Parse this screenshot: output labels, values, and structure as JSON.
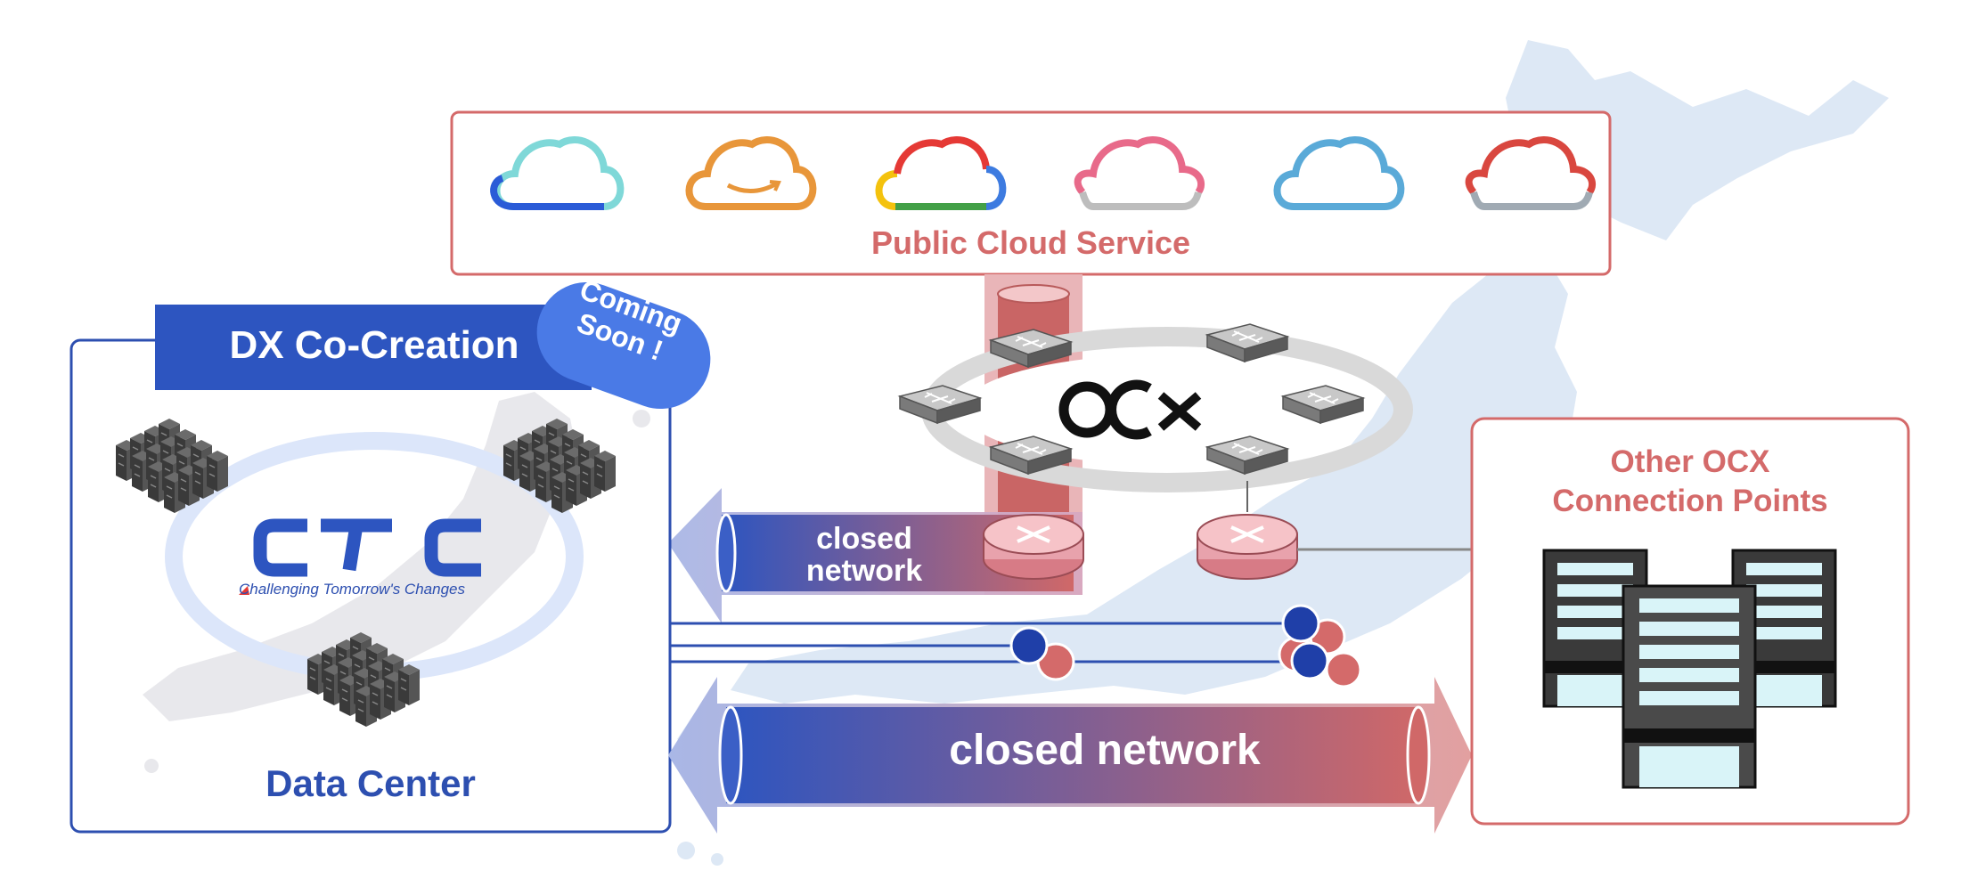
{
  "public_cloud": {
    "label": "Public Cloud Service"
  },
  "dx": {
    "title": "DX Co-Creation",
    "badge_line1": "Coming",
    "badge_line2": "Soon !"
  },
  "data_center": {
    "logo": "CTC",
    "tagline": "Challenging Tomorrow's Changes",
    "label": "Data Center"
  },
  "ocx": {
    "logo": "OCX"
  },
  "closed_network_small": {
    "line1": "closed",
    "line2": "network"
  },
  "closed_network_big": {
    "label": "closed network"
  },
  "other_ocx": {
    "line1": "Other OCX",
    "line2": "Connection Points"
  },
  "colors": {
    "ctc_blue": "#2d4fb0",
    "cloud_red": "#d46a6a",
    "coming_soon_blue": "#4a7ae6",
    "map_light_blue": "#dde8f5"
  },
  "cloud_icons": [
    {
      "name": "cloud-icon-azure-style",
      "top": "#7fd8d8",
      "bottom": "#2a5bd7"
    },
    {
      "name": "cloud-icon-amazon-style",
      "top": "#e8963a",
      "bottom": "#e8963a"
    },
    {
      "name": "cloud-icon-google-style",
      "top": "#e53935",
      "bottom": "#43a047"
    },
    {
      "name": "cloud-icon-pink-style",
      "top": "#e86a8a",
      "bottom": "#bdbdbd"
    },
    {
      "name": "cloud-icon-blue-style",
      "top": "#5aaad8",
      "bottom": "#5aaad8"
    },
    {
      "name": "cloud-icon-oracle-style",
      "top": "#d9473f",
      "bottom": "#a0aab3"
    }
  ]
}
